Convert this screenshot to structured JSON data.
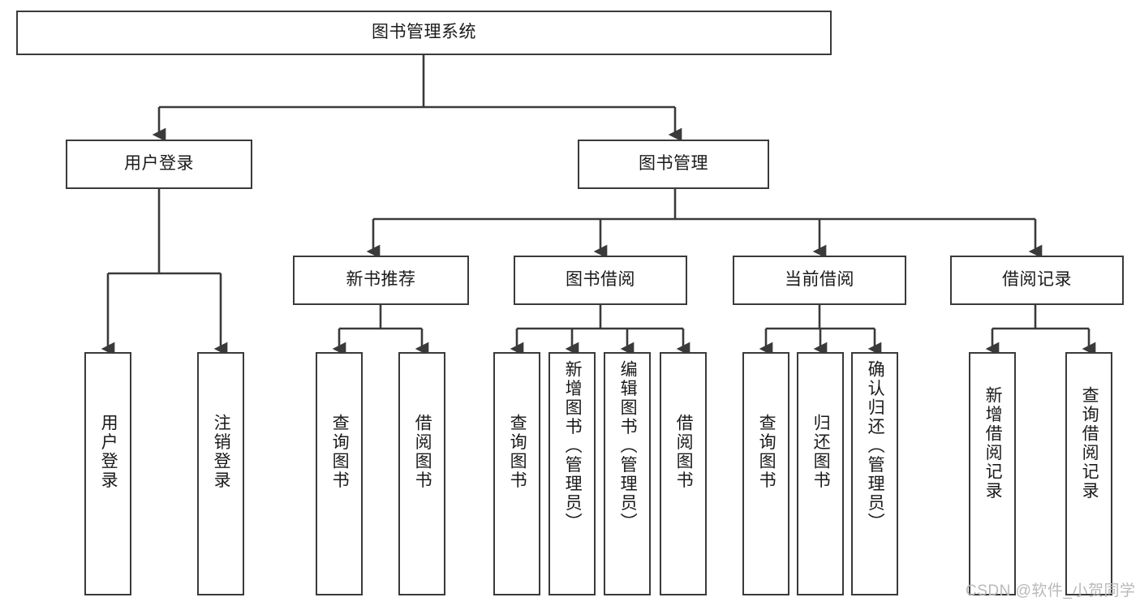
{
  "diagram": {
    "type": "tree-hierarchy",
    "title": "图书管理系统",
    "watermark": "CSDN @软件_小贺同学",
    "colors": {
      "border": "#3a3a3a",
      "fill": "#ffffff",
      "text": "#1a1a1a",
      "watermark": "#b9b9b9",
      "background": "#ffffff"
    },
    "nodes": {
      "root": {
        "label": "图书管理系统",
        "orientation": "horizontal"
      },
      "level1": [
        {
          "label": "用户登录",
          "orientation": "horizontal"
        },
        {
          "label": "图书管理",
          "orientation": "horizontal"
        }
      ],
      "level2": [
        {
          "label": "新书推荐",
          "orientation": "horizontal"
        },
        {
          "label": "图书借阅",
          "orientation": "horizontal"
        },
        {
          "label": "当前借阅",
          "orientation": "horizontal"
        },
        {
          "label": "借阅记录",
          "orientation": "horizontal"
        }
      ],
      "leaves": {
        "user_login": [
          {
            "label": "用户登录",
            "orientation": "vertical"
          },
          {
            "label": "注销登录",
            "orientation": "vertical"
          }
        ],
        "new_book_recommend": [
          {
            "label": "查询图书",
            "orientation": "vertical"
          },
          {
            "label": "借阅图书",
            "orientation": "vertical"
          }
        ],
        "book_borrow": [
          {
            "label": "查询图书",
            "orientation": "vertical"
          },
          {
            "label": "新增图书（管理员）",
            "orientation": "vertical"
          },
          {
            "label": "编辑图书（管理员）",
            "orientation": "vertical"
          },
          {
            "label": "借阅图书",
            "orientation": "vertical"
          }
        ],
        "current_borrow": [
          {
            "label": "查询图书",
            "orientation": "vertical"
          },
          {
            "label": "归还图书",
            "orientation": "vertical"
          },
          {
            "label": "确认归还（管理员）",
            "orientation": "vertical"
          }
        ],
        "borrow_record": [
          {
            "label": "新增借阅记录",
            "orientation": "vertical"
          },
          {
            "label": "查询借阅记录",
            "orientation": "vertical"
          }
        ]
      }
    }
  }
}
